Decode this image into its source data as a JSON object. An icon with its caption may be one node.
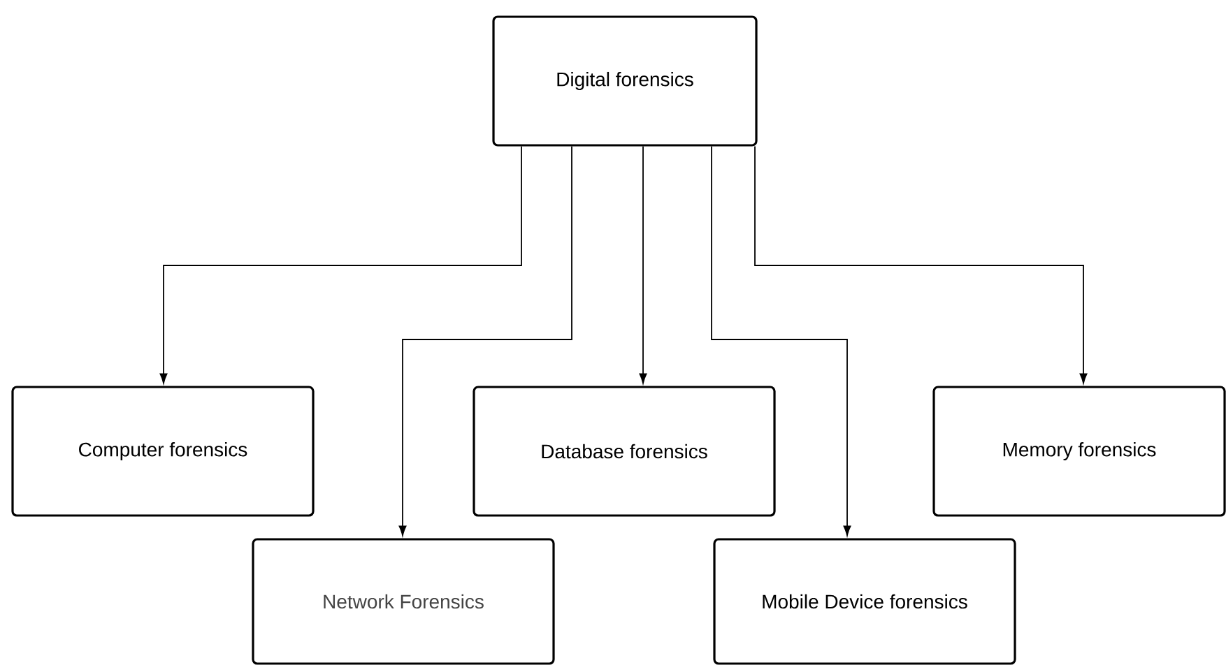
{
  "diagram": {
    "nodes": [
      {
        "text": [
          "Digital forensics"
        ]
      },
      {
        "text": [
          "Computer forensics"
        ]
      },
      {
        "text": [
          "Network Forensics"
        ]
      },
      {
        "text": [
          "Database forensics"
        ]
      },
      {
        "text": [
          "Mobile Device forensics"
        ]
      },
      {
        "text": [
          "Memory forensics"
        ]
      }
    ],
    "edges": [
      {
        "from": 0,
        "to": 1,
        "arrow": "to"
      },
      {
        "from": 0,
        "to": 2,
        "arrow": "to"
      },
      {
        "from": 0,
        "to": 3,
        "arrow": "to"
      },
      {
        "from": 0,
        "to": 4,
        "arrow": "to"
      },
      {
        "from": 0,
        "to": 5,
        "arrow": "to"
      }
    ]
  }
}
